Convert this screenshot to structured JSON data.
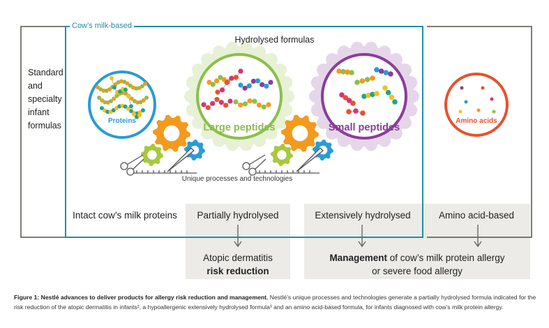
{
  "colors": {
    "teal": "#1e8fa8",
    "blue": "#2a9bd6",
    "green": "#8bbf4a",
    "purple": "#8a3d9c",
    "red": "#e8512f",
    "orange": "#f39a1e",
    "grey_box": "#ecebe8",
    "dark_frame": "#55504a",
    "arrow": "#666666"
  },
  "labels": {
    "cow_milk_based": "Cow’s milk-based",
    "standard_line1": "Standard",
    "standard_line2": "and",
    "standard_line3": "specialty",
    "standard_line4": "infant",
    "standard_line5": "formulas",
    "hydrolysed_formulas": "Hydrolysed formulas",
    "unique_processes": "Unique processes and technologies"
  },
  "circles": {
    "proteins": "Proteins",
    "large_peptides": "Large peptides",
    "small_peptides": "Small peptides",
    "amino_acids": "Amino acids"
  },
  "categories": {
    "intact": "Intact cow’s milk proteins",
    "partial": "Partially hydrolysed",
    "extensive": "Extensively hydrolysed",
    "amino": "Amino acid-based"
  },
  "outcomes": {
    "atopic_line1": "Atopic dermatitis",
    "atopic_line2": "risk reduction",
    "management_bold": "Management",
    "management_rest": " of cow’s milk protein allergy",
    "management_line2": "or severe food allergy"
  },
  "caption": {
    "bold": "Figure 1: Nestlé advances to deliver products for allergy risk reduction and management.",
    "text": " Nestlé’s unique processes and technologies generate a partially hydrolysed formula indicated for the risk reduction of the atopic dermatitis in infants², a  hypoallergenic extensively hydrolysed formula³ and an amino acid-based formula, for infants diagnosed with cow’s milk protein allergy."
  }
}
